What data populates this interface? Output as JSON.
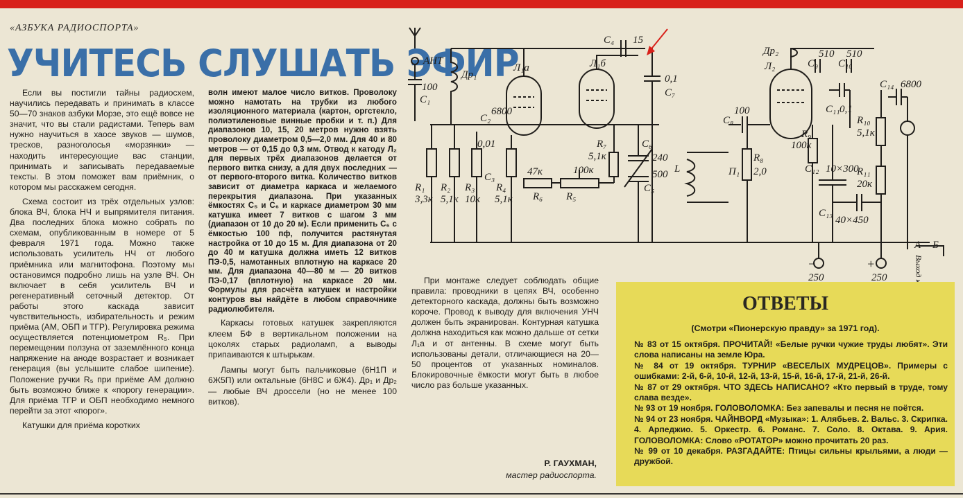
{
  "header": {
    "kicker": "«АЗБУКА РАДИОСПОРТА»",
    "title": "УЧИТЕСЬ СЛУШАТЬ ЭФИР"
  },
  "article": {
    "col1": [
      "Если вы постигли тайны радиосхем, научились передавать и принимать в классе 50—70 знаков азбуки Морзе, это ещё вовсе не значит, что вы стали радистами. Теперь вам нужно научиться в хаосе звуков — шумов, тресков, разноголосья «морзянки» — находить интересующие вас станции, принимать и записывать передаваемые тексты. В этом поможет вам приёмник, о котором мы расскажем сегодня.",
      "Схема состоит из трёх отдельных узлов: блока ВЧ, блока НЧ и выпрямителя питания. Два последних блока можно собрать по схемам, опубликованным в номере от 5 февраля 1971 года. Можно также использовать усилитель НЧ от любого приёмника или магнитофона. Поэтому мы остановимся подробно лишь на узле ВЧ. Он включает в себя усилитель ВЧ и регенеративный сеточный детектор. От работы этого каскада зависит чувствительность, избирательность и режим приёма (АМ, ОБП и ТГР). Регулировка режима осуществляется потенциометром R₅. При перемещении ползуна от заземлённого конца напряжение на аноде возрастает и возникает генерация (вы услышите слабое шипение). Положение ручки R₅ при приёме АМ должно быть возможно ближе к «порогу генерации». Для приёма ТГР и ОБП необходимо немного перейти за этот «порог».",
      "Катушки для приёма коротких"
    ],
    "col2": [
      "волн имеют малое число витков. Проволоку можно намотать на трубки из любого изоляционного материала (картон, оргстекло, полиэтиленовые винные пробки и т. п.) Для диапазонов 10, 15, 20 метров нужно взять проволоку диаметром 0,5—2,0 мм. Для 40 и 80 метров — от 0,15 до 0,3 мм. Отвод к катоду Л₂ для первых трёх диапазонов делается от первого витка снизу, а для двух последних — от первого-второго витка. Количество витков зависит от диаметра каркаса и желаемого перекрытия диапазона. При указанных ёмкостях С₅ и С₆ и каркасе диаметром 30 мм катушка имеет 7 витков с шагом 3 мм (диапазон от 10 до 20 м). Если применить С₆ с ёмкостью 100 пф, получится растянутая настройка от 10 до 15 м. Для диапазона от 20 до 40 м катушка должна иметь 12 витков ПЭ-0,5, намотанных вплотную на каркасе 20 мм. Для диапазона 40—80 м — 20 витков ПЭ-0,17 (вплотную) на каркасе 20 мм. Формулы для расчёта катушек и настройки контуров вы найдёте в любом справочнике радиолюбителя.",
      "Каркасы готовых катушек закрепляются клеем БФ в вертикальном положении на цоколях старых радиоламп, а выводы припаиваются к штырькам.",
      "Лампы могут быть пальчиковые (6Н1П и 6Ж5П) или октальные (6Н8С и 6Ж4). Др₁ и Др₂ — любые ВЧ дроссели (но не менее 100 витков)."
    ],
    "col3": [
      "При монтаже следует соблюдать общие правила: проводники в цепях ВЧ, особенно детекторного каскада, должны быть возможно короче. Провод к выводу для включения УНЧ должен быть экранирован. Контурная катушка должна находиться как можно дальше от сетки Л₁а и от антенны. В схеме могут быть использованы детали, отличающиеся на 20—50 процентов от указанных номиналов. Блокировочные ёмкости могут быть в любое число раз больше указанных."
    ],
    "author": "Р. ГАУХМАН,",
    "author_role": "мастер радиоспорта."
  },
  "schematic": {
    "labels": [
      "АНТ",
      "Др₁",
      "100",
      "C₁",
      "Л₁а",
      "Л₁б",
      "C₄",
      "15",
      "0,1",
      "C₇",
      "C₂",
      "6800",
      "0,01",
      "C₃",
      "R₁",
      "3,3к",
      "R₂",
      "5,1к",
      "R₃",
      "10к",
      "R₄",
      "5,1к",
      "47к",
      "R₆",
      "100к",
      "R₅",
      "R₇",
      "5,1к",
      "C₆",
      "240",
      "500",
      "C₅",
      "L",
      "П₁",
      "R₈",
      "2,0",
      "Др₂",
      "Л₂",
      "510",
      "510",
      "C₉",
      "C₁₀",
      "C₁₁",
      "0,1",
      "C₈",
      "100",
      "R₉",
      "100к",
      "R₁₀",
      "5,1к",
      "C₁₂",
      "10×300",
      "R₁₁",
      "20к",
      "C₁₃",
      "40×450",
      "C₁₄",
      "6800",
      "А",
      "Б",
      "250",
      "250",
      "Выход к усилителю НЧ"
    ],
    "minus_label": "−",
    "plus_label": "+"
  },
  "answers": {
    "title": "ОТВЕТЫ",
    "subtitle": "(Смотри «Пионерскую правду» за 1971 год).",
    "items": [
      "№ 83 от 15 октября. ПРОЧИТАЙ! «Белые ручки чужие труды любят». Эти слова написаны на земле Юра.",
      "№ 84 от 19 октября. ТУРНИР «ВЕСЕЛЫХ МУДРЕЦОВ». Примеры с ошибками: 2-й, 6-й, 10-й, 12-й, 13-й, 15-й, 16-й, 17-й, 21-й, 26-й.",
      "№ 87 от 29 октября. ЧТО ЗДЕСЬ НАПИСАНО? «Кто первый в труде, тому слава везде».",
      "№ 93 от 19 ноября. ГОЛОВОЛОМКА: Без запевалы и песня не поётся.",
      "№ 94 от 23 ноября. ЧАЙНВОРД «Музыка»: 1. Алябьев. 2. Вальс. 3. Скрипка. 4. Арпеджио. 5. Оркестр. 6. Романс. 7. Соло. 8. Октава. 9. Ария. ГОЛОВОЛОМКА: Слово «РОТАТОР» можно прочитать 20 раз.",
      "№ 99 от 10 декабря. РАЗГАДАЙТЕ: Птицы сильны крыльями, а люди — дружбой."
    ]
  },
  "colors": {
    "headline": "#3a6fa8",
    "topbar": "#d8201a",
    "answers_bg": "#e7da58",
    "paper": "#ece6d4"
  }
}
